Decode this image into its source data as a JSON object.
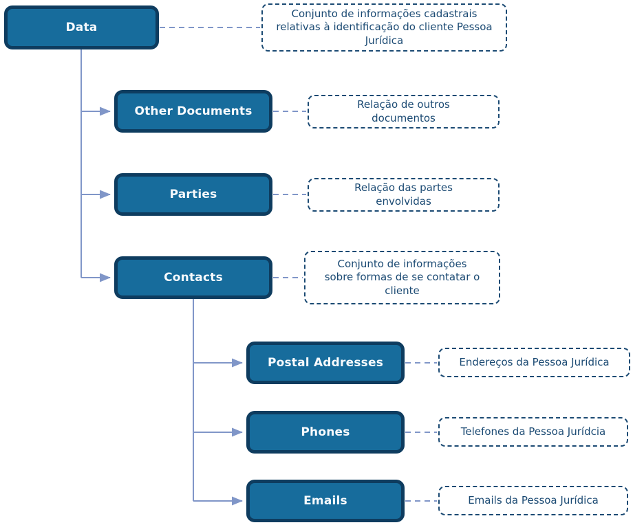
{
  "diagram": {
    "tree": {
      "label": "Data",
      "description": "Conjunto de informações cadastrais relativas à identificação do cliente Pessoa Jurídica",
      "children": [
        {
          "label": "Other Documents",
          "description": "Relação de outros documentos",
          "children": []
        },
        {
          "label": "Parties",
          "description": "Relação das partes envolvidas",
          "children": []
        },
        {
          "label": "Contacts",
          "description": "Conjunto de informações sobre formas de se contatar o cliente",
          "children": [
            {
              "label": "Postal Addresses",
              "description": "Endereços da Pessoa Jurídica"
            },
            {
              "label": "Phones",
              "description": "Telefones da Pessoa Jurídcia"
            },
            {
              "label": "Emails",
              "description": "Emails da Pessoa Jurídica"
            }
          ]
        }
      ]
    },
    "colors": {
      "node-fill": "#176C9C",
      "node-border": "#0E3C5F",
      "node-text": "#F7FAFD",
      "annotation-border": "#1B4A73",
      "annotation-text": "#1B4A73",
      "connector": "#8096C8",
      "background": "#FFFFFF"
    }
  }
}
